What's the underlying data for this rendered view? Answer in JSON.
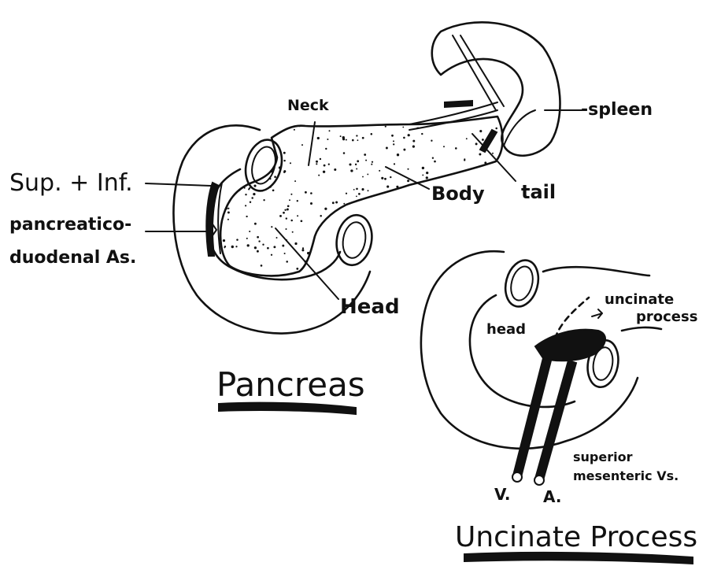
{
  "pancreas_diagram": {
    "labels": {
      "neck": "Neck",
      "spleen": "-spleen",
      "sup_inf": "Sup. + Inf.",
      "pancreatico": "pancreatico-",
      "duodenal": "duodenal As.",
      "body": "Body",
      "tail": "tail",
      "head": "Head"
    },
    "title": "Pancreas"
  },
  "uncinate_diagram": {
    "labels": {
      "uncinate": "uncinate",
      "process": "process",
      "head": "head",
      "superior": "superior",
      "mesenteric": "mesenteric Vs.",
      "v": "V.",
      "a": "A."
    },
    "title": "Uncinate Process"
  }
}
